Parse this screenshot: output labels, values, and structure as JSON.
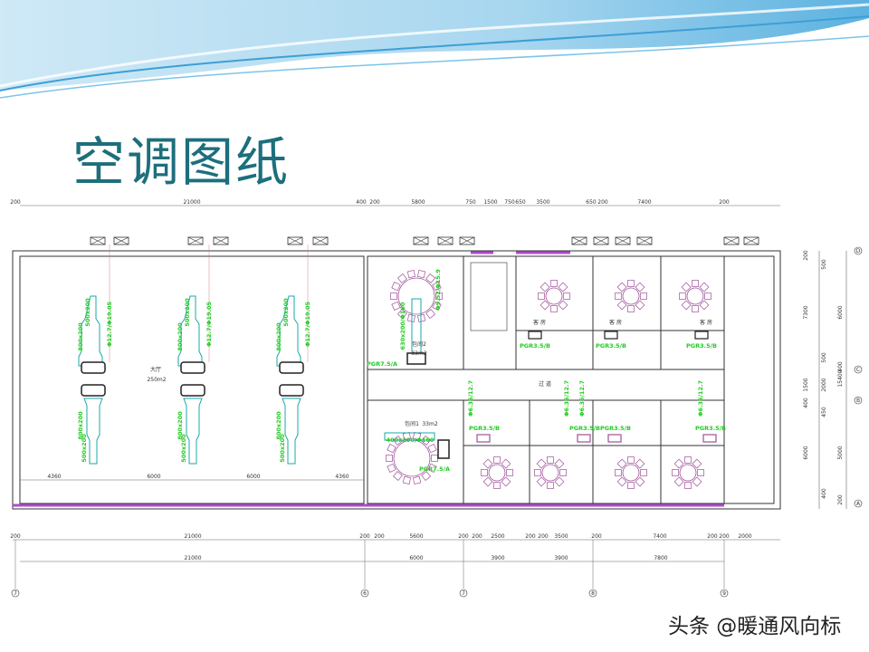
{
  "slide": {
    "title": "空调图纸",
    "credit": "头条 @暖通风向标",
    "colors": {
      "title": "#1d6f7c",
      "wave": "#4aa6d8",
      "wall": "#333333",
      "furniture": "#a0509a",
      "hvac": "#22cc22",
      "duct": "#1aa8a8",
      "window": "#b04ad0"
    }
  },
  "plan": {
    "dims_top": [
      "200",
      "21000",
      "400",
      "200",
      "5800",
      "750",
      "1500",
      "750",
      "650",
      "3500",
      "650",
      "200",
      "7400",
      "200"
    ],
    "dims_bottom_1": [
      "200",
      "21000",
      "200",
      "200",
      "5600",
      "200",
      "200",
      "2500",
      "200",
      "200",
      "3500",
      "200",
      "7400",
      "200",
      "200",
      "2000"
    ],
    "dims_bottom_2": [
      "21000",
      "6000",
      "3900",
      "3900",
      "7800"
    ],
    "dims_right": [
      "200",
      "500",
      "6000",
      "7300",
      "500",
      "400",
      "1500",
      "2000",
      "15400",
      "400",
      "450",
      "5000",
      "6000",
      "400",
      "200"
    ],
    "hall": {
      "name": "大厅",
      "area": "250m2"
    },
    "hall_units": [
      {
        "duct_upper": "500x200",
        "duct_mid": "800x200",
        "pipe": "Φ12.7/Φ19.05",
        "duct_lower_1": "800x200",
        "duct_lower_2": "500x200"
      },
      {
        "duct_upper": "500x200",
        "duct_mid": "800x200",
        "pipe": "Φ12.7/Φ19.05",
        "duct_lower_1": "800x200",
        "duct_lower_2": "500x200"
      },
      {
        "duct_upper": "500x200",
        "duct_mid": "800x200",
        "pipe": "Φ12.7/Φ19.05",
        "duct_lower_1": "800x200",
        "duct_lower_2": "500x200"
      }
    ],
    "hall_spacing": [
      "4360",
      "6000",
      "6000",
      "4360"
    ],
    "room2": {
      "name": "包间2",
      "area": "33m2",
      "pipe": "Φ9.52/Φ15.9",
      "duct": "630x200/Φ160",
      "unit": "PGR7.5/A"
    },
    "room1": {
      "name": "包间1",
      "area": "33m2",
      "duct": "400x200/Φ160",
      "unit": "PGR7.5/A"
    },
    "corridor": "过 道",
    "guest_room": "客 房",
    "guest_units_top": [
      "PGR3.5/B",
      "PGR3.5/B",
      "PGR3.5/B"
    ],
    "guest_units_bottom": [
      "PGR3.5/B",
      "PGR3.5/B",
      "PGR3.5/B",
      "PGR3.5/B"
    ],
    "corridor_pipes": [
      "Φ6.35/12.7",
      "Φ6.35/12.7",
      "Φ6.35/12.7",
      "Φ6.35/12.7"
    ],
    "axes_bottom": [
      "7",
      "6",
      "7",
      "8",
      "9"
    ],
    "axes_right": [
      "D",
      "C",
      "B",
      "A"
    ]
  }
}
